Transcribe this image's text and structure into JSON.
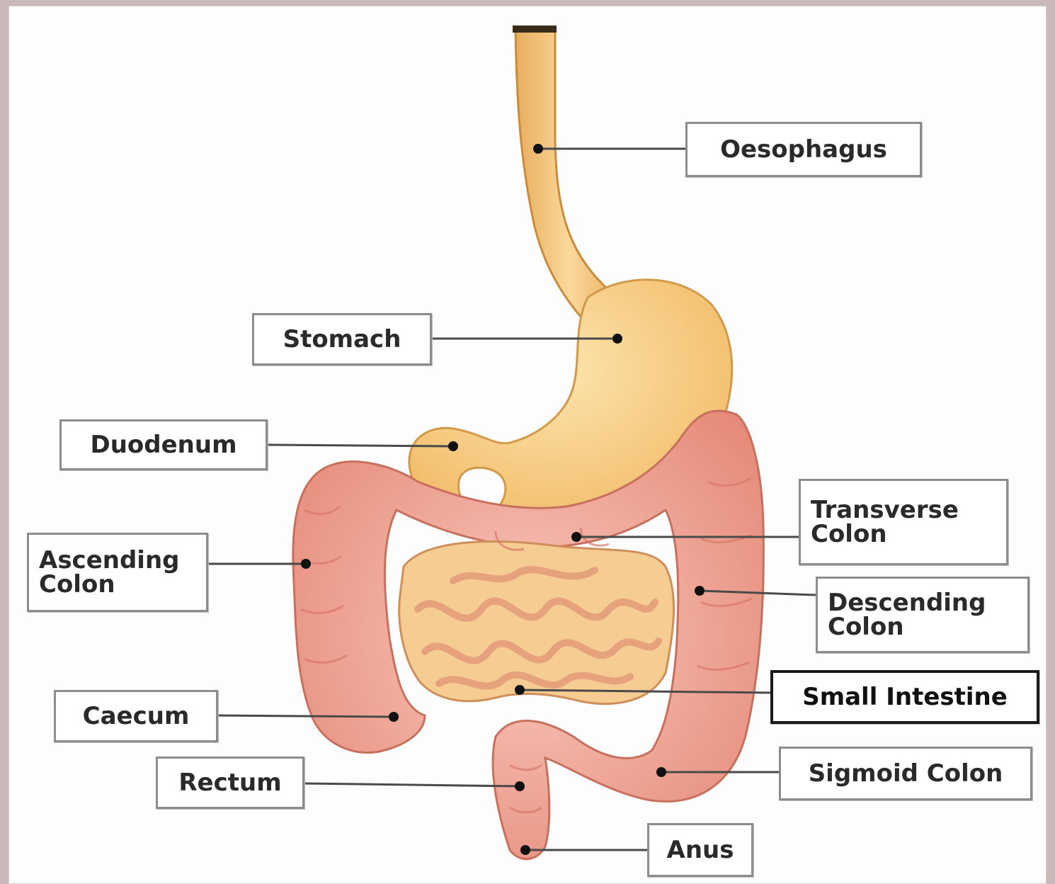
{
  "labels": {
    "oesophagus": "Oesophagus",
    "stomach": "Stomach",
    "duodenum": "Duodenum",
    "ascending_colon": [
      "Ascending",
      "Colon"
    ],
    "transverse_colon": [
      "Transverse",
      "Colon"
    ],
    "descending_colon": [
      "Descending",
      "Colon"
    ],
    "caecum": "Caecum",
    "small_intestine": "Small Intestine",
    "rectum": "Rectum",
    "sigmoid_colon": "Sigmoid Colon",
    "anus": "Anus"
  },
  "colors": {
    "oesophagus_stomach": "#f6c97a",
    "colon": "#ee9a8c",
    "small_intestine": "#f4c98a",
    "leader_line": "#4a4a4a",
    "dot": "#111111"
  }
}
